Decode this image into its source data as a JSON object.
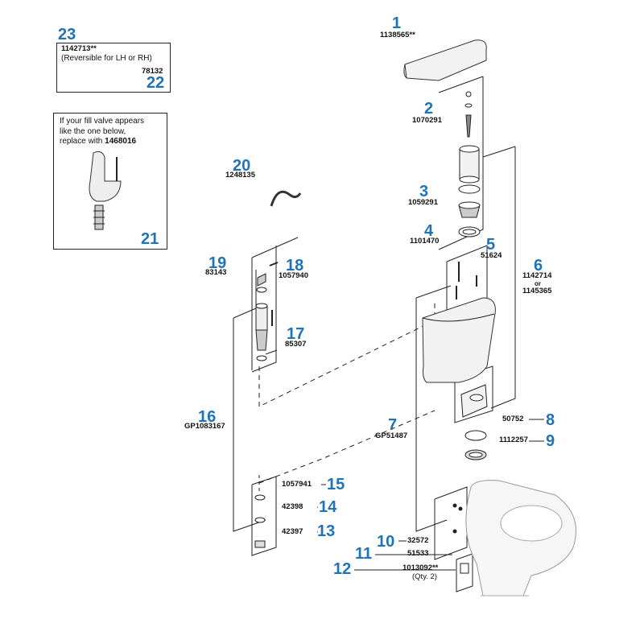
{
  "parts": [
    {
      "num": "1",
      "pn": "1138565**",
      "name": "tank-lid"
    },
    {
      "num": "2",
      "pn": "1070291",
      "name": "flush-valve-chain"
    },
    {
      "num": "3",
      "pn": "1059291",
      "name": "flush-valve-seal"
    },
    {
      "num": "4",
      "pn": "1101470",
      "name": "tank-gasket"
    },
    {
      "num": "5",
      "pn": "51624",
      "name": "tank-bolts"
    },
    {
      "num": "6",
      "pn": "1142714",
      "pn_or": "or",
      "pn_alt": "1145365",
      "name": "tank"
    },
    {
      "num": "7",
      "pn": "GP51487",
      "name": "tank-to-bowl-kit"
    },
    {
      "num": "8",
      "pn": "50752",
      "name": "washer"
    },
    {
      "num": "9",
      "pn": "1112257",
      "name": "gasket"
    },
    {
      "num": "10",
      "pn": "32572",
      "name": "bolt"
    },
    {
      "num": "11",
      "pn": "51533",
      "name": "bowl-bolt-kit"
    },
    {
      "num": "12",
      "pn": "1013092**",
      "pn_note": "(Qty. 2)",
      "name": "bolt-caps"
    },
    {
      "num": "13",
      "pn": "42397",
      "name": "coupling-nut"
    },
    {
      "num": "14",
      "pn": "42398",
      "name": "friction-washer"
    },
    {
      "num": "15",
      "pn": "1057941",
      "name": "supply-washer"
    },
    {
      "num": "16",
      "pn": "GP1083167",
      "name": "fill-valve-kit"
    },
    {
      "num": "17",
      "pn": "85307",
      "name": "fill-valve-washer"
    },
    {
      "num": "18",
      "pn": "1057940",
      "name": "fill-valve-cap"
    },
    {
      "num": "19",
      "pn": "83143",
      "name": "float-clip"
    },
    {
      "num": "20",
      "pn": "1248135",
      "name": "refill-tube"
    },
    {
      "num": "21",
      "pn": "",
      "name": "old-fill-valve"
    },
    {
      "num": "22",
      "pn": "78132",
      "name": "lever-nut"
    },
    {
      "num": "23",
      "pn": "1142713**",
      "name": "trip-lever"
    }
  ],
  "lever_note": "(Reversible for LH or RH)",
  "fill_valve_note": {
    "line1": "If your fill valve appears",
    "line2": "like the one below,",
    "line3": "replace with ",
    "part": "1468016"
  },
  "colors": {
    "callout": "#1f73b7",
    "line": "#222222",
    "part_fill": "#f2f2f2"
  }
}
